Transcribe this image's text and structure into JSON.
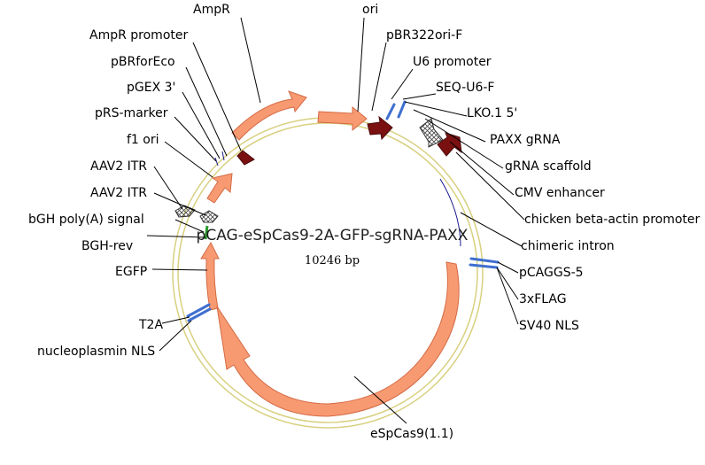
{
  "plasmid": {
    "name": "pCAG-eSpCas9-2A-GFP-sgRNA-PAXX",
    "size": "10246 bp"
  },
  "colors": {
    "backbone": "#d8d080",
    "arrow_fill": "#f79a72",
    "arrow_stroke": "#d46a44",
    "promoter": "#7a1010",
    "primer": "#3f6fcf",
    "line": "#1a1a8c",
    "green": "#2a9a2a"
  },
  "labels": {
    "ampr": "AmpR",
    "ori": "ori",
    "ampr_promoter": "AmpR promoter",
    "pbr322ori_f": "pBR322ori-F",
    "pbrforeco": "pBRforEco",
    "u6_promoter": "U6 promoter",
    "pgex3": "pGEX 3'",
    "seq_u6_f": "SEQ-U6-F",
    "prs_marker": "pRS-marker",
    "lko15": "LKO.1 5'",
    "paxx_grna": "PAXX gRNA",
    "f1_ori": "f1 ori",
    "grna_scaffold": "gRNA scaffold",
    "aav2_itr_1": "AAV2 ITR",
    "cmv_enhancer": "CMV enhancer",
    "aav2_itr_2": "AAV2 ITR",
    "chicken_beta_actin": "chicken beta-actin promoter",
    "bgh_polya": "bGH poly(A) signal",
    "chimeric_intron": "chimeric intron",
    "bgh_rev": "BGH-rev",
    "pcaggs5": "pCAGGS-5",
    "egfp": "EGFP",
    "flag": "3xFLAG",
    "t2a": "T2A",
    "sv40_nls": "SV40 NLS",
    "nucleoplasmin_nls": "nucleoplasmin NLS",
    "espcas9": "eSpCas9(1.1)"
  }
}
